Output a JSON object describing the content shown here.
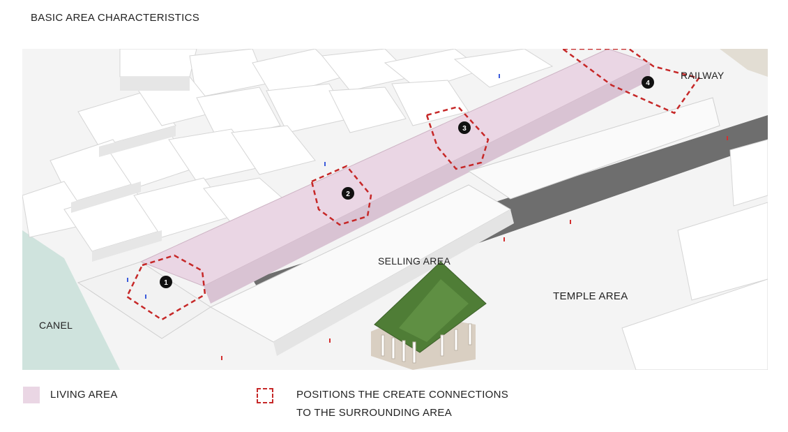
{
  "title": "BASIC AREA CHARACTERISTICS",
  "areas": {
    "railway": "RAILWAY",
    "selling": "SELLING AREA",
    "temple": "TEMPLE AREA",
    "canel": "CANEL"
  },
  "markers": [
    "1",
    "2",
    "3",
    "4"
  ],
  "legend": {
    "living_area": "LIVING AREA",
    "connections_line1": "POSITIONS THE CREATE CONNECTIONS",
    "connections_line2": "TO THE SURROUNDING AREA"
  },
  "colors": {
    "living_area": "#ead6e4",
    "connection_dash": "#c62828",
    "canal": "#cfe3dd",
    "temple_roof": "#4f7d36"
  }
}
